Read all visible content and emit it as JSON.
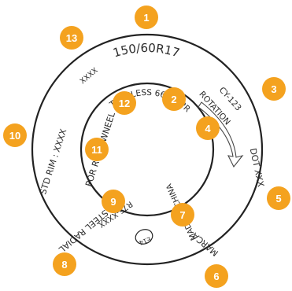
{
  "tire": {
    "size": "150/60R17",
    "tubeless": "TUBELESS 66W 4PR",
    "rotation": "ROTATION",
    "model": "CY-123",
    "dot": "DOT XXX",
    "made_in": "MADE IN CHINA",
    "brand": "MARCA",
    "e_mark": "E14",
    "approval": "R75-XXXX",
    "steel_radial": "STEEL RADIAL",
    "std_rim": "STD RIM : XXXX",
    "rear_wheel": "POR REAR WNEEL",
    "placeholder": "XXXX"
  },
  "badges": [
    "1",
    "2",
    "3",
    "4",
    "5",
    "6",
    "7",
    "8",
    "9",
    "10",
    "11",
    "12",
    "13"
  ],
  "colors": {
    "badge": "#F4A21F",
    "text": "#2b2b2b",
    "ring": "#222222"
  }
}
